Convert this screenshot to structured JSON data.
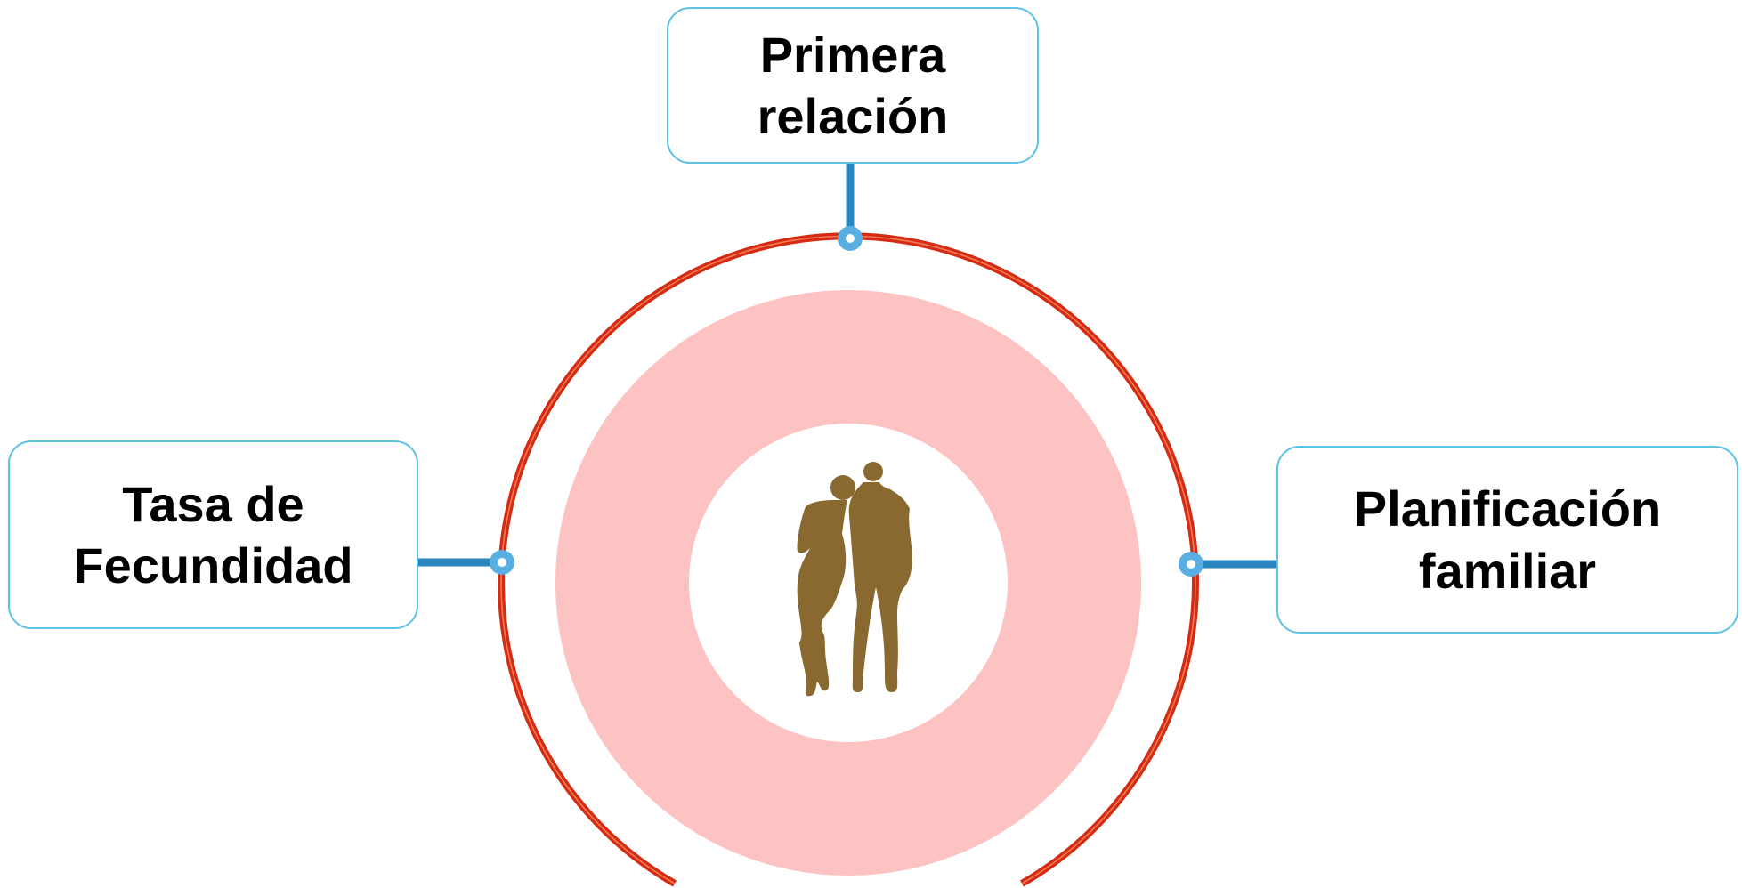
{
  "nodes": [
    {
      "id": "top",
      "label_line1": "Primera",
      "label_line2": "relación"
    },
    {
      "id": "left",
      "label_line1": "Tasa de",
      "label_line2": "Fecundidad"
    },
    {
      "id": "right",
      "label_line1": "Planificación",
      "label_line2": "familiar"
    }
  ],
  "center": {
    "icon": "couple-silhouette-icon"
  },
  "colors": {
    "outer_ring": "#d52b12",
    "outer_ring_highlight": "#f07a55",
    "pink_ring": "#fdc3c3",
    "connector": "#2a86c1",
    "connector_dot_outer": "#5aafe2",
    "connector_dot_inner": "#ffffff",
    "box_border": "#5ec2e3",
    "silhouette": "#8a6930",
    "text": "#000000"
  }
}
